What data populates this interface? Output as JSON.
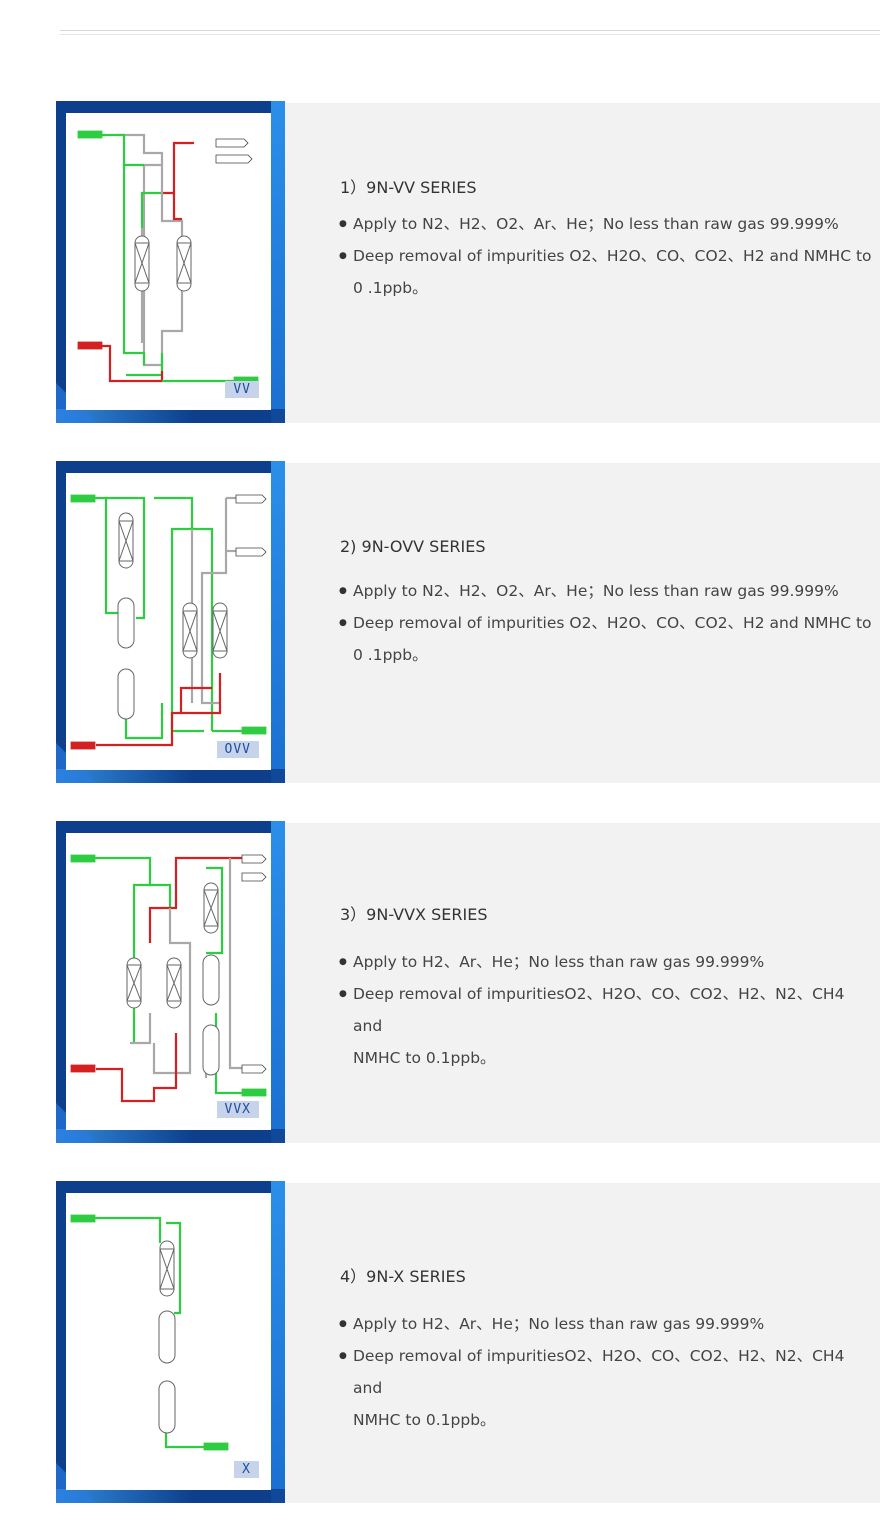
{
  "series": [
    {
      "title": "1）9N-VV SERIES",
      "tag": "VV",
      "line1": "Apply to N2、H2、O2、Ar、He；No less than raw gas 99.999%",
      "line2": "Deep removal of impurities O2、H2O、CO、CO2、H2 and NMHC to",
      "line3": "0 .1ppb。"
    },
    {
      "title": "2) 9N-OVV SERIES",
      "tag": "OVV",
      "line1": "Apply to N2、H2、O2、Ar、He；No less than raw gas 99.999%",
      "line2": "Deep removal of impurities O2、H2O、CO、CO2、H2 and NMHC to",
      "line3": "0 .1ppb。"
    },
    {
      "title": "3）9N-VVX SERIES",
      "tag": "VVX",
      "line1": "Apply to H2、Ar、He；No less than raw gas 99.999%",
      "line2": "Deep removal of impuritiesO2、H2O、CO、CO2、H2、N2、CH4 and",
      "line3": "NMHC to 0.1ppb。"
    },
    {
      "title": "4）9N-X SERIES",
      "tag": "X",
      "line1": "Apply to H2、Ar、He；No less than raw gas 99.999%",
      "line2": "Deep removal of impuritiesO2、H2O、CO、CO2、H2、N2、CH4 and",
      "line3": "NMHC to 0.1ppb。"
    }
  ],
  "colors": {
    "green_line": "#2ecc40",
    "red_line": "#d42020",
    "gray_line": "#a8a8a8",
    "frame": "#0d3f8d",
    "panel": "#f2f2f2"
  }
}
